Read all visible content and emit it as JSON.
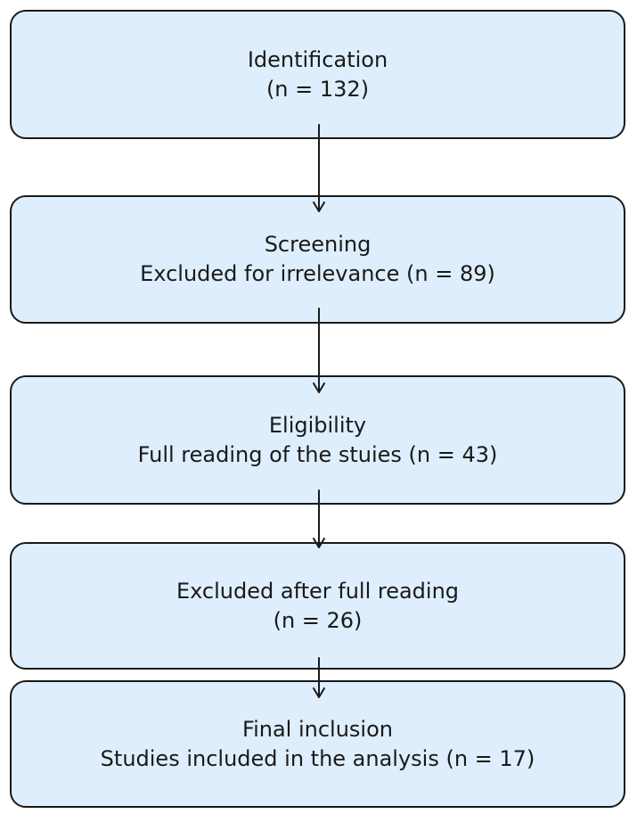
{
  "stages": [
    {
      "title": "Identification",
      "detail": "(n = 132)"
    },
    {
      "title": "Screening",
      "detail": "Excluded for irrelevance (n = 89)"
    },
    {
      "title": "Eligibility",
      "detail": "Full reading of the stuies (n = 43)"
    },
    {
      "title": "Excluded after full reading",
      "detail": "(n = 26)"
    },
    {
      "title": "Final inclusion",
      "detail": "Studies included in the analysis (n = 17)"
    }
  ],
  "colors": {
    "box_fill": "#deeefc",
    "box_border": "#1a1a1a",
    "arrow": "#1a1a1a"
  }
}
